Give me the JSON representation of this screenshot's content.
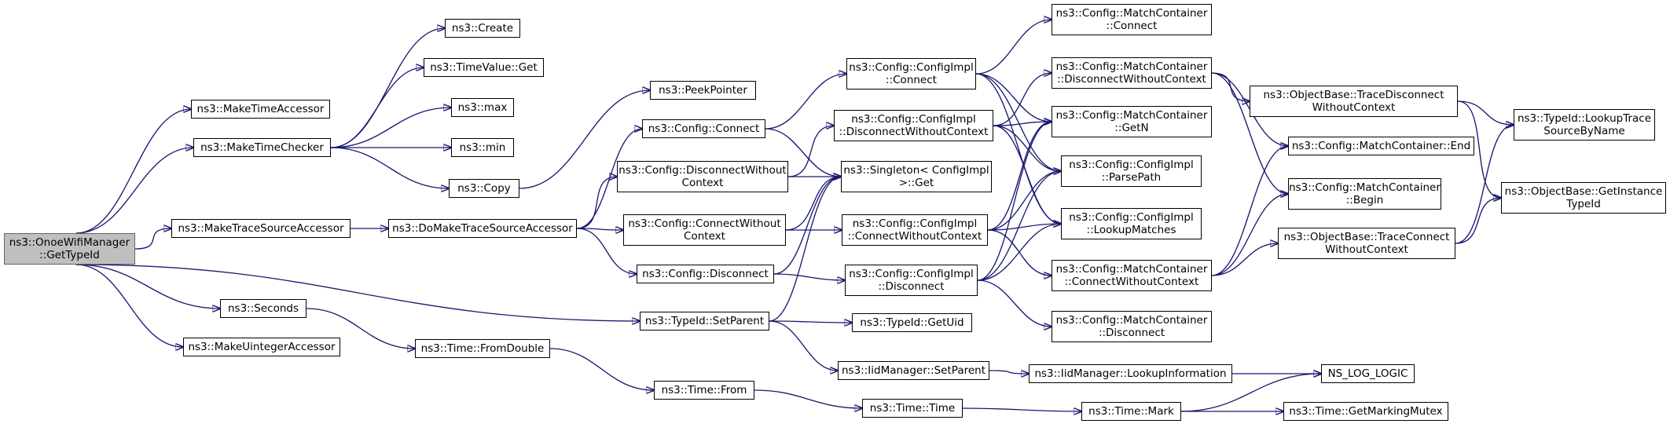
{
  "diagram": {
    "type": "call-graph",
    "edge_color": "#191970",
    "root_fill": "#bfbfbf",
    "nodes": [
      {
        "id": "root",
        "label": "ns3::OnoeWifiManager\n::GetTypeId",
        "root": true
      },
      {
        "id": "makeTimeAccessor",
        "label": "ns3::MakeTimeAccessor"
      },
      {
        "id": "makeTimeChecker",
        "label": "ns3::MakeTimeChecker"
      },
      {
        "id": "makeTraceSourceAccessor",
        "label": "ns3::MakeTraceSourceAccessor"
      },
      {
        "id": "seconds",
        "label": "ns3::Seconds"
      },
      {
        "id": "makeUintegerAccessor",
        "label": "ns3::MakeUintegerAccessor"
      },
      {
        "id": "create",
        "label": "ns3::Create"
      },
      {
        "id": "timeValueGet",
        "label": "ns3::TimeValue::Get"
      },
      {
        "id": "max",
        "label": "ns3::max"
      },
      {
        "id": "min",
        "label": "ns3::min"
      },
      {
        "id": "copy",
        "label": "ns3::Copy"
      },
      {
        "id": "doMakeTSA",
        "label": "ns3::DoMakeTraceSourceAccessor"
      },
      {
        "id": "fromDouble",
        "label": "ns3::Time::FromDouble"
      },
      {
        "id": "peekPointer",
        "label": "ns3::PeekPointer"
      },
      {
        "id": "configConnect",
        "label": "ns3::Config::Connect"
      },
      {
        "id": "configDisconnectWC",
        "label": "ns3::Config::DisconnectWithout\nContext"
      },
      {
        "id": "configConnectWC",
        "label": "ns3::Config::ConnectWithout\nContext"
      },
      {
        "id": "configDisconnect",
        "label": "ns3::Config::Disconnect"
      },
      {
        "id": "setParent",
        "label": "ns3::TypeId::SetParent"
      },
      {
        "id": "timeFrom",
        "label": "ns3::Time::From"
      },
      {
        "id": "singletonGet",
        "label": "ns3::Singleton< ConfigImpl\n >::Get"
      },
      {
        "id": "implConnect",
        "label": "ns3::Config::ConfigImpl\n::Connect"
      },
      {
        "id": "implDisconnectWC",
        "label": "ns3::Config::ConfigImpl\n::DisconnectWithoutContext"
      },
      {
        "id": "implConnectWC",
        "label": "ns3::Config::ConfigImpl\n::ConnectWithoutContext"
      },
      {
        "id": "implDisconnect",
        "label": "ns3::Config::ConfigImpl\n::Disconnect"
      },
      {
        "id": "getUid",
        "label": "ns3::TypeId::GetUid"
      },
      {
        "id": "iidSetParent",
        "label": "ns3::IidManager::SetParent"
      },
      {
        "id": "timeTime",
        "label": "ns3::Time::Time"
      },
      {
        "id": "mcConnect",
        "label": "ns3::Config::MatchContainer\n::Connect"
      },
      {
        "id": "mcDisconnectWC",
        "label": "ns3::Config::MatchContainer\n::DisconnectWithoutContext"
      },
      {
        "id": "mcGetN",
        "label": "ns3::Config::MatchContainer\n::GetN"
      },
      {
        "id": "parsePath",
        "label": "ns3::Config::ConfigImpl\n::ParsePath"
      },
      {
        "id": "lookupMatches",
        "label": "ns3::Config::ConfigImpl\n::LookupMatches"
      },
      {
        "id": "mcConnectWC",
        "label": "ns3::Config::MatchContainer\n::ConnectWithoutContext"
      },
      {
        "id": "mcDisconnect",
        "label": "ns3::Config::MatchContainer\n::Disconnect"
      },
      {
        "id": "lookupInformation",
        "label": "ns3::IidManager::LookupInformation"
      },
      {
        "id": "timeMark",
        "label": "ns3::Time::Mark"
      },
      {
        "id": "obTraceDisconnectWC",
        "label": "ns3::ObjectBase::TraceDisconnect\nWithoutContext"
      },
      {
        "id": "mcEnd",
        "label": "ns3::Config::MatchContainer::End"
      },
      {
        "id": "mcBegin",
        "label": "ns3::Config::MatchContainer\n::Begin"
      },
      {
        "id": "obTraceConnectWC",
        "label": "ns3::ObjectBase::TraceConnect\nWithoutContext"
      },
      {
        "id": "nsLogLogic",
        "label": "NS_LOG_LOGIC"
      },
      {
        "id": "getMarkingMutex",
        "label": "ns3::Time::GetMarkingMutex"
      },
      {
        "id": "lookupTraceSource",
        "label": "ns3::TypeId::LookupTrace\nSourceByName"
      },
      {
        "id": "getInstanceTypeId",
        "label": "ns3::ObjectBase::GetInstance\nTypeId"
      }
    ],
    "edges": [
      [
        "root",
        "makeTimeAccessor"
      ],
      [
        "root",
        "makeTimeChecker"
      ],
      [
        "root",
        "makeTraceSourceAccessor"
      ],
      [
        "root",
        "seconds"
      ],
      [
        "root",
        "makeUintegerAccessor"
      ],
      [
        "root",
        "setParent"
      ],
      [
        "makeTimeChecker",
        "create"
      ],
      [
        "makeTimeChecker",
        "timeValueGet"
      ],
      [
        "makeTimeChecker",
        "max"
      ],
      [
        "makeTimeChecker",
        "min"
      ],
      [
        "makeTimeChecker",
        "copy"
      ],
      [
        "copy",
        "peekPointer"
      ],
      [
        "makeTraceSourceAccessor",
        "doMakeTSA"
      ],
      [
        "doMakeTSA",
        "configConnect"
      ],
      [
        "doMakeTSA",
        "configDisconnectWC"
      ],
      [
        "doMakeTSA",
        "configConnectWC"
      ],
      [
        "doMakeTSA",
        "configDisconnect"
      ],
      [
        "seconds",
        "fromDouble"
      ],
      [
        "fromDouble",
        "timeFrom"
      ],
      [
        "timeFrom",
        "timeTime"
      ],
      [
        "timeTime",
        "timeMark"
      ],
      [
        "timeMark",
        "nsLogLogic"
      ],
      [
        "timeMark",
        "getMarkingMutex"
      ],
      [
        "configConnect",
        "implConnect"
      ],
      [
        "configConnect",
        "singletonGet"
      ],
      [
        "configDisconnectWC",
        "implDisconnectWC"
      ],
      [
        "configDisconnectWC",
        "singletonGet"
      ],
      [
        "configConnectWC",
        "implConnectWC"
      ],
      [
        "configConnectWC",
        "singletonGet"
      ],
      [
        "configDisconnect",
        "implDisconnect"
      ],
      [
        "configDisconnect",
        "singletonGet"
      ],
      [
        "setParent",
        "singletonGet"
      ],
      [
        "setParent",
        "getUid"
      ],
      [
        "setParent",
        "iidSetParent"
      ],
      [
        "iidSetParent",
        "lookupInformation"
      ],
      [
        "lookupInformation",
        "nsLogLogic"
      ],
      [
        "implConnect",
        "mcConnect"
      ],
      [
        "implConnect",
        "mcGetN"
      ],
      [
        "implConnect",
        "parsePath"
      ],
      [
        "implConnect",
        "lookupMatches"
      ],
      [
        "implDisconnectWC",
        "mcDisconnectWC"
      ],
      [
        "implDisconnectWC",
        "mcGetN"
      ],
      [
        "implDisconnectWC",
        "parsePath"
      ],
      [
        "implDisconnectWC",
        "lookupMatches"
      ],
      [
        "implConnectWC",
        "mcConnectWC"
      ],
      [
        "implConnectWC",
        "mcGetN"
      ],
      [
        "implConnectWC",
        "parsePath"
      ],
      [
        "implConnectWC",
        "lookupMatches"
      ],
      [
        "implDisconnect",
        "mcDisconnect"
      ],
      [
        "implDisconnect",
        "mcGetN"
      ],
      [
        "implDisconnect",
        "parsePath"
      ],
      [
        "implDisconnect",
        "lookupMatches"
      ],
      [
        "mcDisconnectWC",
        "obTraceDisconnectWC"
      ],
      [
        "mcDisconnectWC",
        "mcEnd"
      ],
      [
        "mcDisconnectWC",
        "mcBegin"
      ],
      [
        "mcConnectWC",
        "obTraceConnectWC"
      ],
      [
        "mcConnectWC",
        "mcEnd"
      ],
      [
        "mcConnectWC",
        "mcBegin"
      ],
      [
        "obTraceDisconnectWC",
        "lookupTraceSource"
      ],
      [
        "obTraceDisconnectWC",
        "getInstanceTypeId"
      ],
      [
        "obTraceConnectWC",
        "lookupTraceSource"
      ],
      [
        "obTraceConnectWC",
        "getInstanceTypeId"
      ]
    ]
  }
}
